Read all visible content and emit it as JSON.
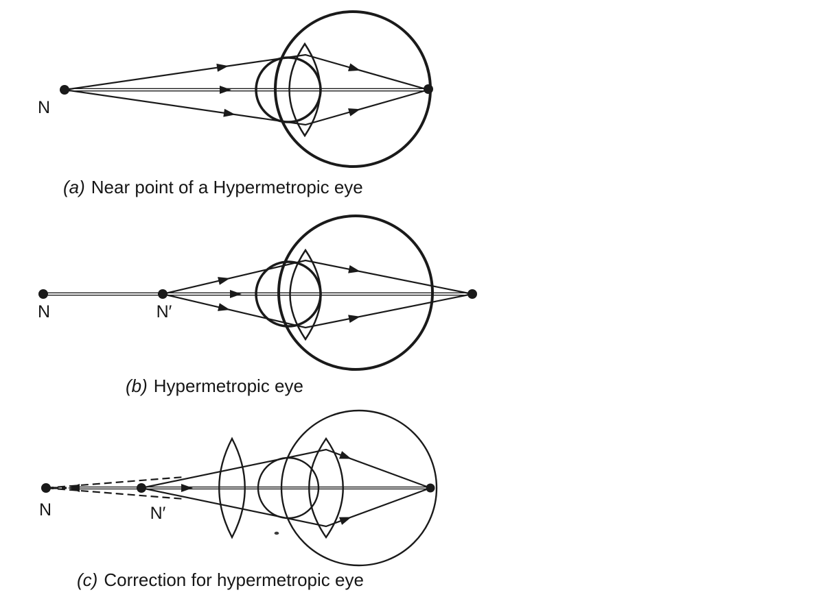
{
  "figures": {
    "a": {
      "caption_letter": "(a)",
      "caption_text": "Near point of a Hypermetropic eye",
      "point_labels": {
        "n": "N"
      }
    },
    "b": {
      "caption_letter": "(b)",
      "caption_text": "Hypermetropic eye",
      "point_labels": {
        "n": "N",
        "n_prime": "N′"
      }
    },
    "c": {
      "caption_letter": "(c)",
      "caption_text": "Correction for hypermetropic eye",
      "point_labels": {
        "n": "N",
        "n_prime": "N′"
      }
    }
  },
  "colors": {
    "ink": "#1a1a1a",
    "background": "#ffffff"
  }
}
